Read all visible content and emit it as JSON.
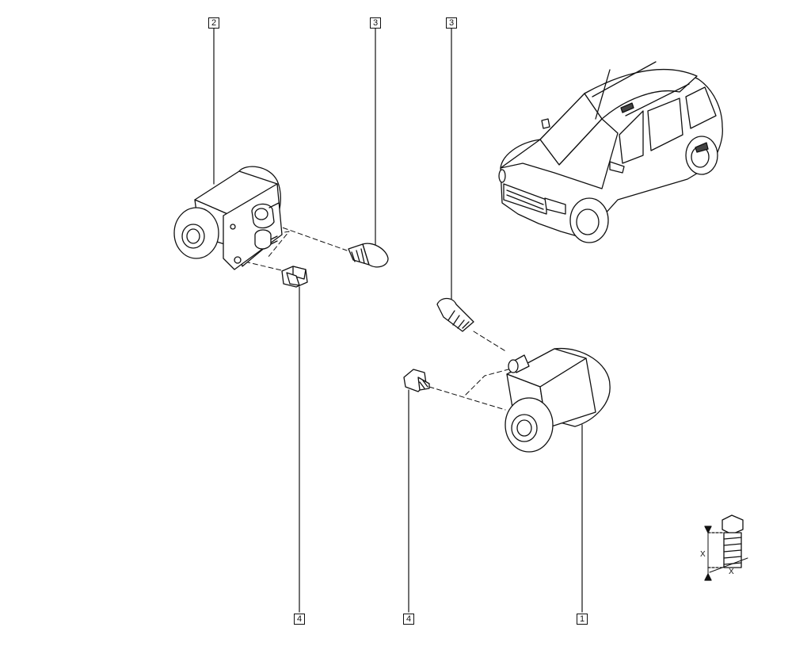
{
  "callouts": [
    {
      "id": "callout-2-left-cylinder",
      "label": "2"
    },
    {
      "id": "callout-3-left-bleed-screw",
      "label": "3"
    },
    {
      "id": "callout-3-right-bleed-screw",
      "label": "3"
    },
    {
      "id": "callout-4-left-bolt",
      "label": "4"
    },
    {
      "id": "callout-4-right-bolt",
      "label": "4"
    },
    {
      "id": "callout-1-right-cylinder",
      "label": "1"
    }
  ],
  "bolt_dimension": {
    "label_vertical": "X",
    "label_horizontal": "X"
  },
  "colors": {
    "line": "#111111",
    "fill": "#ffffff",
    "shade": "#444444"
  }
}
